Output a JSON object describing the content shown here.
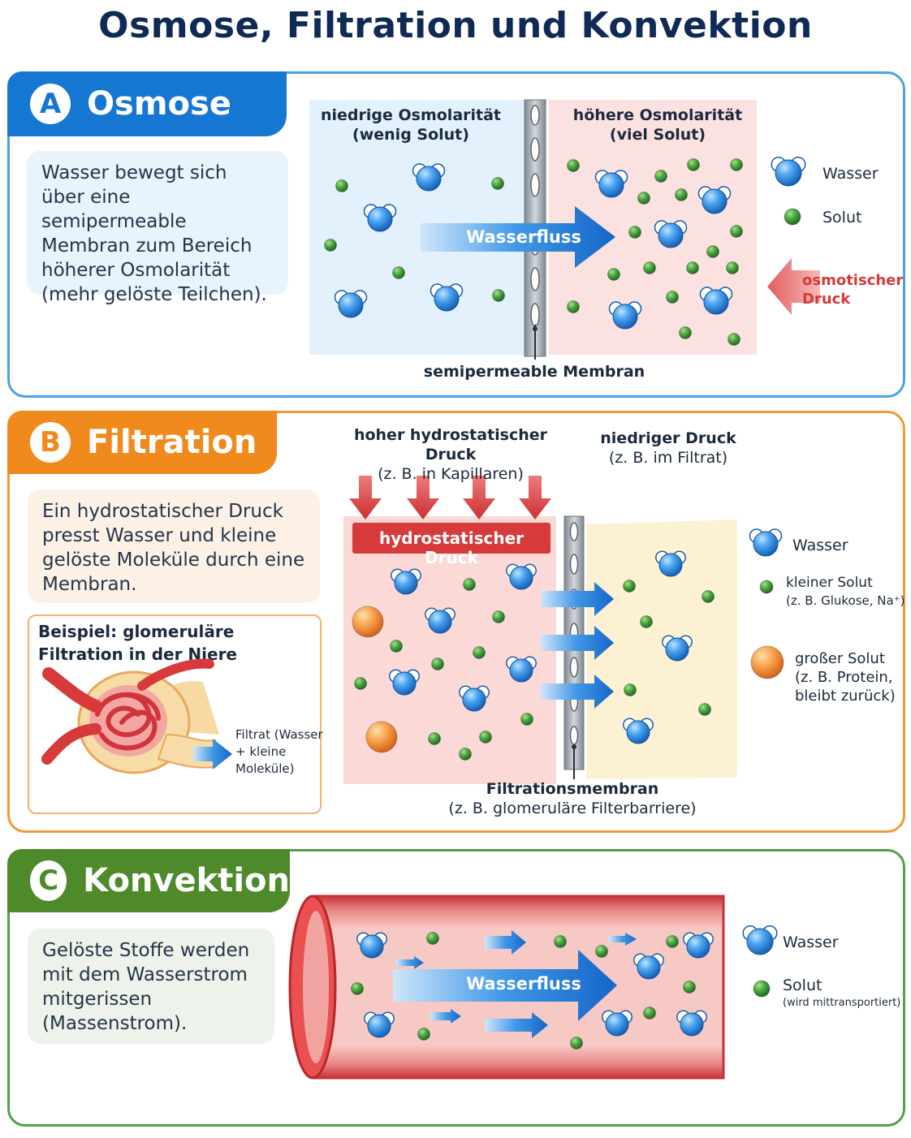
{
  "title": "Osmose, Filtration und Konvektion",
  "colors": {
    "osmose": "#1a7fd6",
    "filtration": "#f08a1c",
    "konvektion": "#4f8a2a",
    "water": "#2a8be0",
    "solute": "#3b9a3a",
    "pressure": "#d63a3a",
    "protein": "#f08a2c"
  },
  "sectionA": {
    "letter": "A",
    "heading": "Osmose",
    "text": "Wasser bewegt sich über eine semipermeable Membran zum Bereich höherer Osmolarität (mehr gelöste Teilchen).",
    "left_label_1": "niedrige Osmolarität",
    "left_label_2": "(wenig Solut)",
    "right_label_1": "höhere Osmolarität",
    "right_label_2": "(viel Solut)",
    "arrow_label": "Wasserfluss",
    "membrane_label": "semipermeable Membran",
    "legend_water": "Wasser",
    "legend_solute": "Solut",
    "pressure_label_1": "osmotischer",
    "pressure_label_2": "Druck"
  },
  "sectionB": {
    "letter": "B",
    "heading": "Filtration",
    "text": "Ein hydrostatischer Druck presst Wasser und kleine gelöste Moleküle durch eine Membran.",
    "example_title": "Beispiel: glomeruläre Filtration in der Niere",
    "filtrat_label": "Filtrat (Wasser + kleine Moleküle)",
    "high_pressure_1": "hoher hydrostatischer Druck",
    "high_pressure_2": "(z. B. in Kapillaren)",
    "low_pressure_1": "niedriger Druck",
    "low_pressure_2": "(z. B. im Filtrat)",
    "pressure_banner": "hydrostatischer Druck",
    "membrane_label_1": "Filtrationsmembran",
    "membrane_label_2": "(z. B. glomeruläre Filterbarriere)",
    "legend_water": "Wasser",
    "legend_small_1": "kleiner Solut",
    "legend_small_2": "(z. B. Glukose, Na⁺)",
    "legend_large_1": "großer Solut",
    "legend_large_2": "(z. B. Protein,",
    "legend_large_3": "bleibt zurück)"
  },
  "sectionC": {
    "letter": "C",
    "heading": "Konvektion",
    "text": "Gelöste Stoffe werden mit dem Wasserstrom mitgerissen (Massenstrom).",
    "arrow_label": "Wasserfluss",
    "legend_water": "Wasser",
    "legend_solute": "Solut",
    "legend_solute_note": "(wird mittransportiert)"
  }
}
